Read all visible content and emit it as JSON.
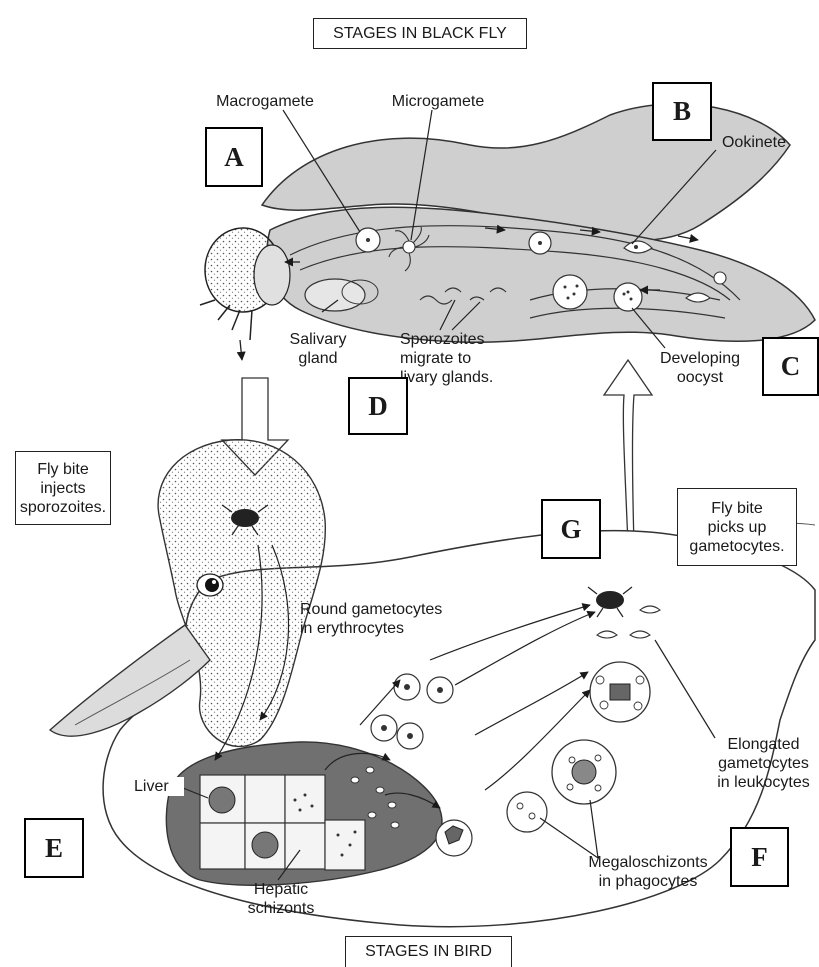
{
  "titles": {
    "fly_stages": "STAGES IN BLACK FLY",
    "bird_stages": "STAGES IN BIRD"
  },
  "labels": {
    "macrogamete": "Macrogamete",
    "microgamete": "Microgamete",
    "ookinete": "Ookinete",
    "salivary_gland": "Salivary\ngland",
    "sporozoites_migrate": "Sporozoites\nmigrate to\nlivary glands.",
    "developing_oocyst": "Developing\noocyst",
    "round_gametocytes": "Round gametocytes\nin erythrocytes",
    "liver": "Liver",
    "hepatic_schizonts": "Hepatic\nschizonts",
    "megaloschizonts": "Megaloschizonts\nin phagocytes",
    "elongated_gametocytes": "Elongated\ngametocytes\nin leukocytes"
  },
  "callouts": {
    "fly_bite_injects": "Fly bite\ninjects\nsporozoites.",
    "fly_bite_picks": "Fly bite\npicks up\ngametocytes."
  },
  "keys": {
    "A": "A",
    "B": "B",
    "C": "C",
    "D": "D",
    "E": "E",
    "F": "F",
    "G": "G"
  }
}
